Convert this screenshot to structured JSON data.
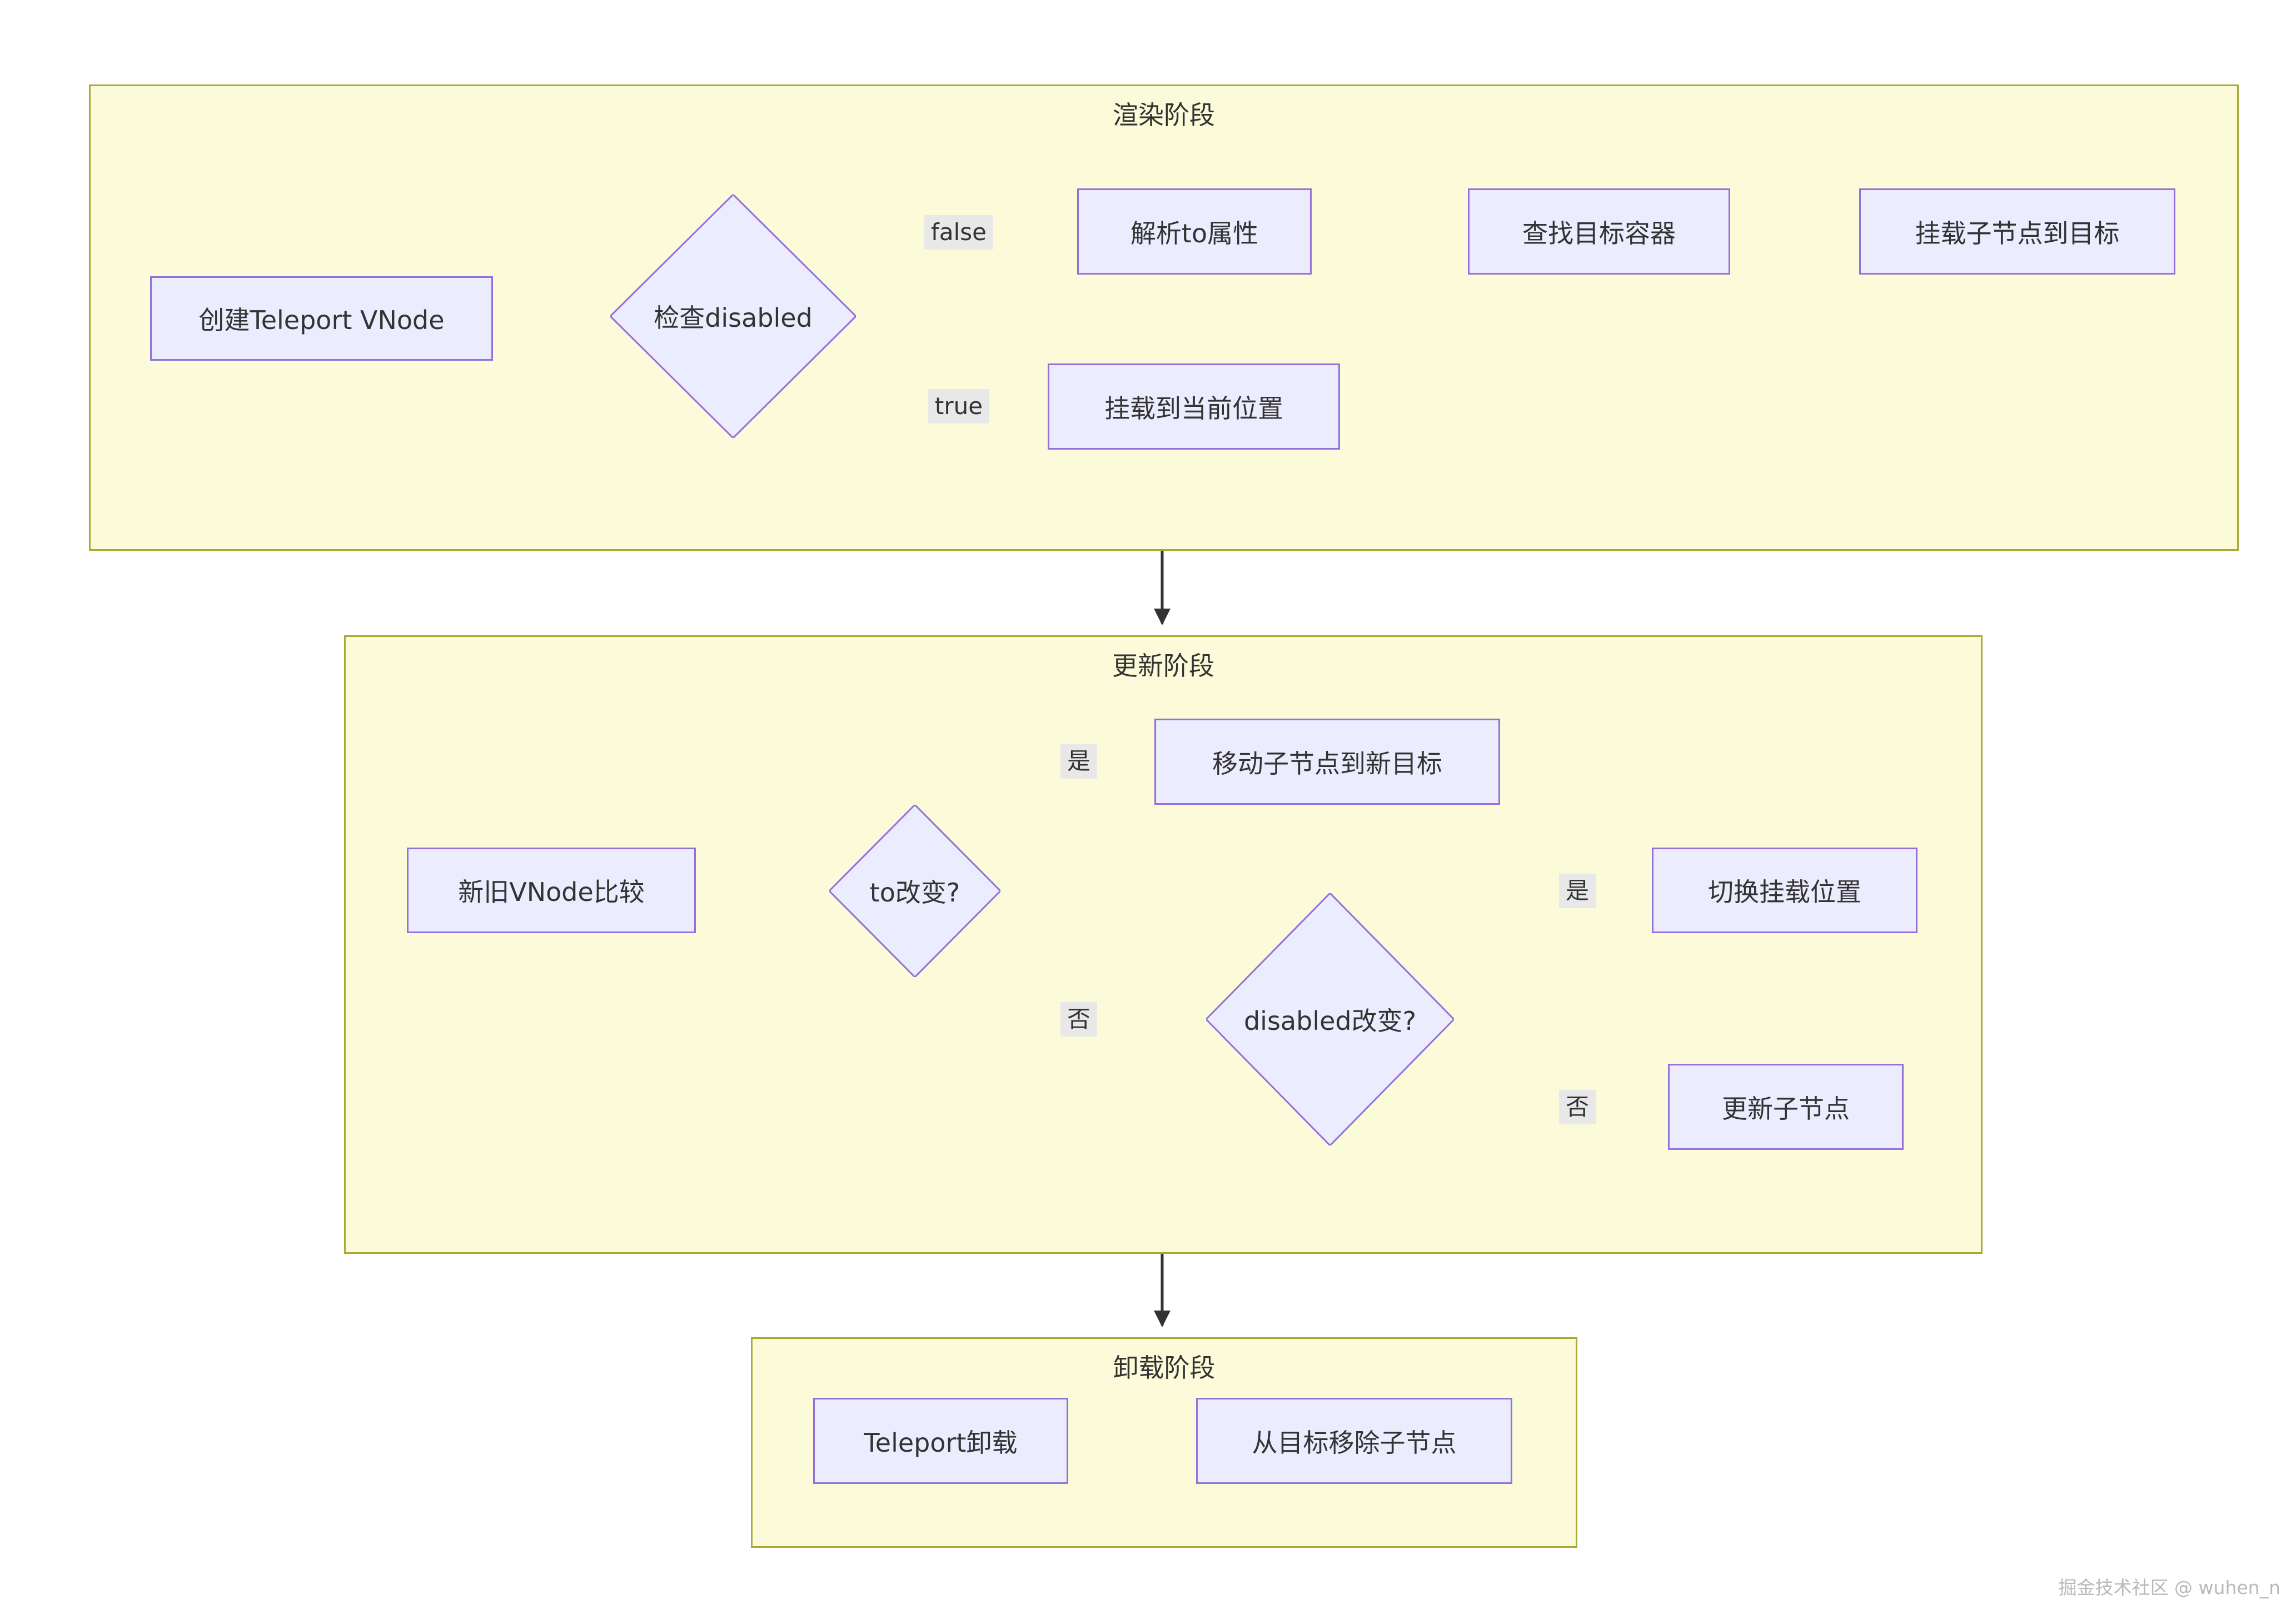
{
  "diagram": {
    "type": "flowchart",
    "watermark": "掘金技术社区 @ wuhen_n"
  },
  "colors": {
    "cluster_fill": "#fcfbd9",
    "cluster_border": "#aaaa33",
    "node_fill": "#ececff",
    "node_border": "#9370db",
    "edge_line": "#333333",
    "edge_label_bg": "#e8e8e8",
    "text": "#333333",
    "watermark_text": "#b9b9b9",
    "page_bg": "#ffffff"
  },
  "phases": {
    "render": {
      "title": "渲染阶段",
      "nodes": {
        "create": "创建Teleport VNode",
        "check": "检查disabled",
        "parse": "解析to属性",
        "find": "查找目标容器",
        "mount_target": "挂载子节点到目标",
        "mount_current": "挂载到当前位置"
      },
      "edge_labels": {
        "false": "false",
        "true": "true"
      }
    },
    "update": {
      "title": "更新阶段",
      "nodes": {
        "compare": "新旧VNode比较",
        "to_changed": "to改变?",
        "move": "移动子节点到新目标",
        "disabled_changed": "disabled改变?",
        "switch": "切换挂载位置",
        "update_children": "更新子节点"
      },
      "edge_labels": {
        "yes_to": "是",
        "no_to": "否",
        "yes_disabled": "是",
        "no_disabled": "否"
      }
    },
    "unmount": {
      "title": "卸载阶段",
      "nodes": {
        "teleport_unmount": "Teleport卸载",
        "remove": "从目标移除子节点"
      }
    }
  }
}
